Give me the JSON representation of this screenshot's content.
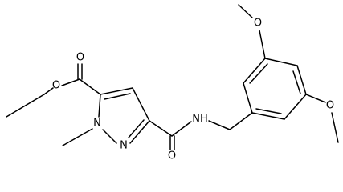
{
  "molecule": {
    "atom_labels": {
      "ester_carbonyl_o": "O",
      "ester_o": "O",
      "n1": "N",
      "n2": "N",
      "amide_o": "O",
      "amide_nh": "NH",
      "ome_top_o": "O",
      "ome_right_o": "O"
    }
  },
  "colors": {
    "bond": "#000000",
    "text": "#000000",
    "background": "#ffffff"
  }
}
